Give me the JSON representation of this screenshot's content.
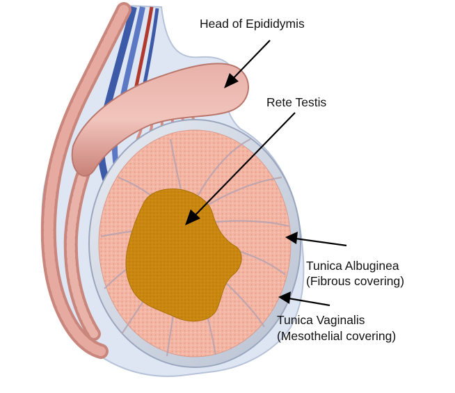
{
  "labels": {
    "head_of_epididymis": "Head of Epididymis",
    "rete_testis": "Rete Testis",
    "tunica_albuginea": "Tunica Albuginea",
    "tunica_albuginea_desc": "(Fibrous covering)",
    "tunica_vaginalis": "Tunica Vaginalis",
    "tunica_vaginalis_desc": "(Mesothelial covering)"
  },
  "colors": {
    "background": "#ffffff",
    "sheath": "#dfe6f3",
    "epididymis": "#d9958c",
    "testis_lobules": "#f3b6a4",
    "tunica_ring": "#cfd6e2",
    "rete_testis": "#c98710",
    "vessels_blue": "#3d5aa8",
    "vessels_red": "#b13a2e",
    "arrows": "#000000",
    "text": "#111111"
  }
}
